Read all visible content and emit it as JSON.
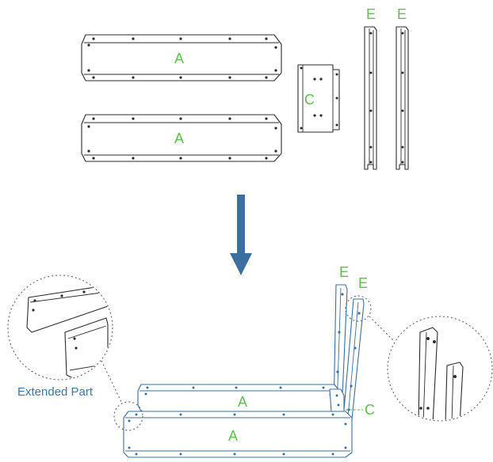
{
  "labels": {
    "panel_a_top": "A",
    "panel_a_bottom": "A",
    "plate_c": "C",
    "rail_e_left": "E",
    "rail_e_right": "E",
    "assembled_a_back": "A",
    "assembled_a_front": "A",
    "assembled_e_left": "E",
    "assembled_e_right": "E",
    "assembled_c": "C",
    "callout_extended": "Extended Part"
  },
  "colors": {
    "label_green": "#5cc24a",
    "assembly_blue": "#3a6f9e",
    "arrow_blue": "#3b6fa0",
    "line_dark": "#2b2b2b"
  },
  "icons": {
    "arrow": "arrow-down-icon"
  }
}
